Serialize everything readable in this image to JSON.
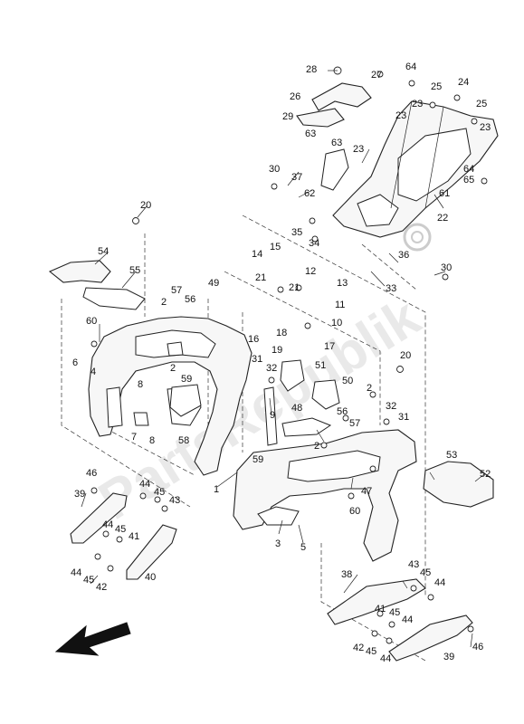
{
  "diagram": {
    "callouts": [
      "1",
      "2",
      "3",
      "4",
      "5",
      "6",
      "7",
      "8",
      "9",
      "10",
      "11",
      "12",
      "13",
      "14",
      "15",
      "16",
      "17",
      "18",
      "19",
      "20",
      "21",
      "22",
      "23",
      "24",
      "25",
      "26",
      "27",
      "28",
      "29",
      "30",
      "31",
      "32",
      "33",
      "34",
      "35",
      "36",
      "37",
      "38",
      "39",
      "40",
      "41",
      "42",
      "43",
      "44",
      "45",
      "46",
      "47",
      "48",
      "49",
      "50",
      "51",
      "52",
      "53",
      "54",
      "55",
      "56",
      "57",
      "58",
      "59",
      "60",
      "61",
      "62",
      "63",
      "64",
      "65"
    ],
    "watermark": "PartsRepublik",
    "direction_arrow": "front-arrow-icon"
  }
}
